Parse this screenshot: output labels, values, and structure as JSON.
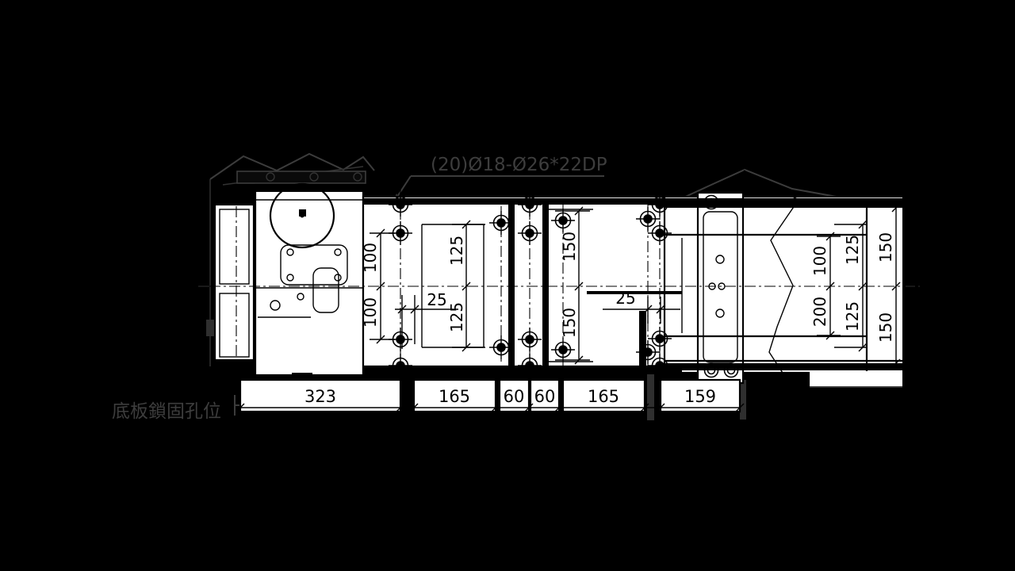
{
  "drawing": {
    "callout": "(20)Ø18-Ø26*22DP",
    "note": "底板鎖固孔位",
    "colors": {
      "background": "#000000",
      "plate_fill": "#ffffff",
      "line": "#000000",
      "faint_line": "#3c3c3c"
    },
    "dimensions": {
      "bottom_chain": [
        "323",
        "165",
        "60",
        "60",
        "165",
        "159"
      ],
      "left_col": {
        "upper": "100",
        "lower": "100"
      },
      "inner_left": {
        "upper": "125",
        "lower": "125"
      },
      "offset_left": "25",
      "inner_mid": {
        "upper": "150",
        "lower": "150"
      },
      "offset_right": "25",
      "right_col1": {
        "upper": "100",
        "lower": "200"
      },
      "right_col2": {
        "upper": "125",
        "lower": "125"
      },
      "right_col3": {
        "upper": "150",
        "lower": "150"
      }
    }
  }
}
